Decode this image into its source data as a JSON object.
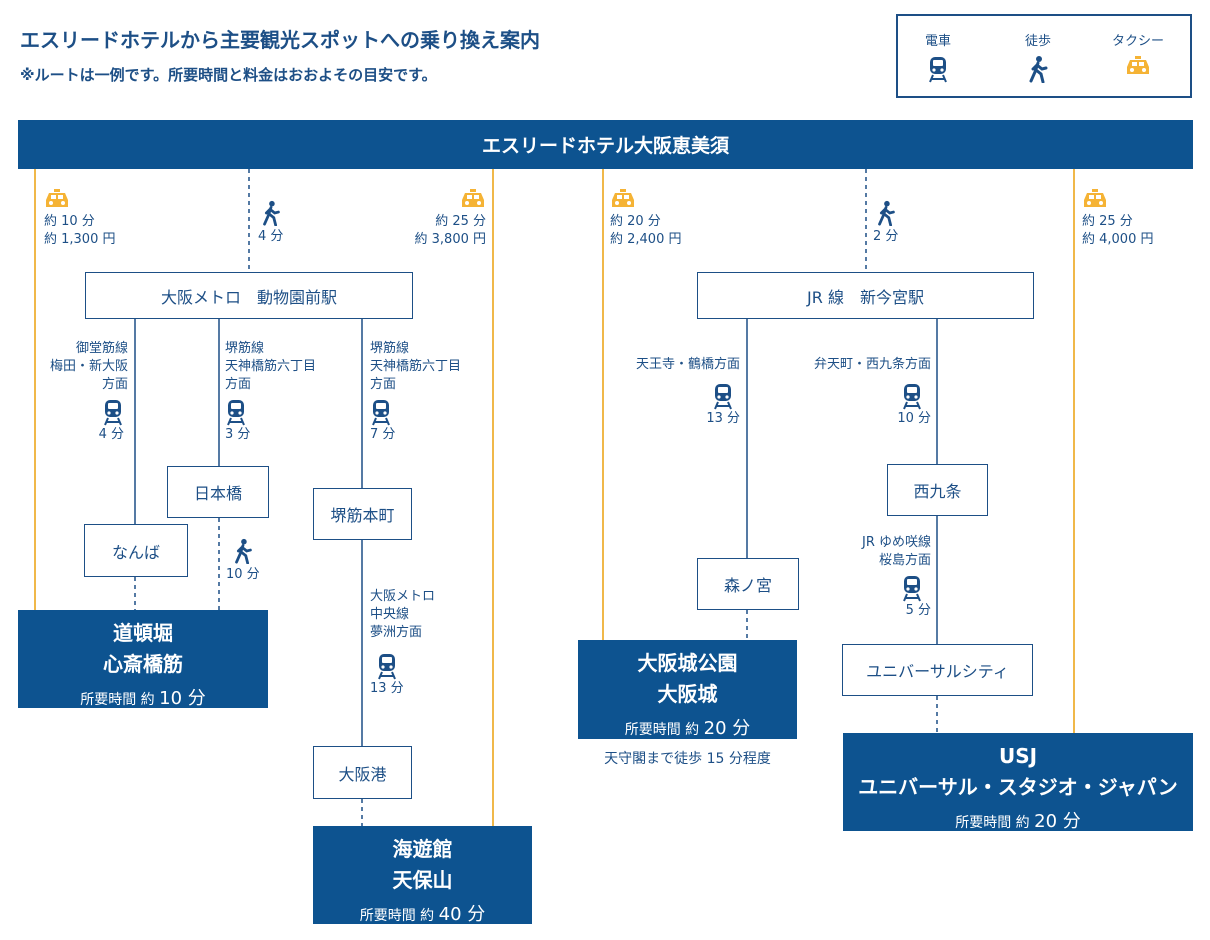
{
  "header": {
    "title": "エスリードホテルから主要観光スポットへの乗り換え案内",
    "subtitle": "※ルートは一例です。所要時間と料金はおおよその目安です。"
  },
  "legend": {
    "train": "電車",
    "walk": "徒歩",
    "taxi": "タクシー"
  },
  "hotel": "エスリードホテル大阪恵美須",
  "colors": {
    "navy": "#0d5390",
    "text": "#1d4f86",
    "taxi_line": "#f0b84a",
    "taxi_icon": "#f5b335"
  },
  "taxi": {
    "dotonbori": {
      "time": "約 10 分",
      "fare": "約 1,300 円"
    },
    "kaiyukan": {
      "time": "約 25 分",
      "fare": "約 3,800 円"
    },
    "osakajo": {
      "time": "約 20 分",
      "fare": "約 2,400 円"
    },
    "usj": {
      "time": "約 25 分",
      "fare": "約 4,000 円"
    }
  },
  "walks": {
    "to_dobutsuen": "4 分",
    "to_shinimamiya": "2 分",
    "nipponbashi_to_shinsaibashi": "10 分"
  },
  "stations": {
    "dobutsuen": "大阪メトロ　動物園前駅",
    "shinimamiya": "JR 線　新今宮駅",
    "namba": "なんば",
    "nipponbashi": "日本橋",
    "sakaisujihonmachi": "堺筋本町",
    "osakako": "大阪港",
    "morinomiya": "森ノ宮",
    "nishikujo": "西九条",
    "universal_city": "ユニバーサルシティ"
  },
  "routes": {
    "midosuji": {
      "line1": "御堂筋線",
      "line2": "梅田・新大阪",
      "line3": "方面",
      "time": "4 分"
    },
    "sakaisuji_a": {
      "line1": "堺筋線",
      "line2": "天神橋筋六丁目",
      "line3": "方面",
      "time": "3 分"
    },
    "sakaisuji_b": {
      "line1": "堺筋線",
      "line2": "天神橋筋六丁目",
      "line3": "方面",
      "time": "7 分"
    },
    "chuo": {
      "line1": "大阪メトロ",
      "line2": "中央線",
      "line3": "夢洲方面",
      "time": "13 分"
    },
    "loop_east": {
      "line1": "天王寺・鶴橋方面",
      "time": "13 分"
    },
    "loop_west": {
      "line1": "弁天町・西九条方面",
      "time": "10 分"
    },
    "yumesaki": {
      "line1": "JR ゆめ咲線",
      "line2": "桜島方面",
      "time": "5 分"
    }
  },
  "destinations": {
    "dotonbori": {
      "name1": "道頓堀",
      "name2": "心斎橋筋",
      "time_label": "所要時間 約",
      "time": "10 分"
    },
    "kaiyukan": {
      "name1": "海遊館",
      "name2": "天保山",
      "time_label": "所要時間 約",
      "time": "40 分"
    },
    "osakajo": {
      "name1": "大阪城公園",
      "name2": "大阪城",
      "time_label": "所要時間 約",
      "time": "20 分",
      "note": "天守閣まで徒歩 15 分程度"
    },
    "usj": {
      "name1": "USJ",
      "name2": "ユニバーサル・スタジオ・ジャパン",
      "time_label": "所要時間 約",
      "time": "20 分"
    }
  }
}
